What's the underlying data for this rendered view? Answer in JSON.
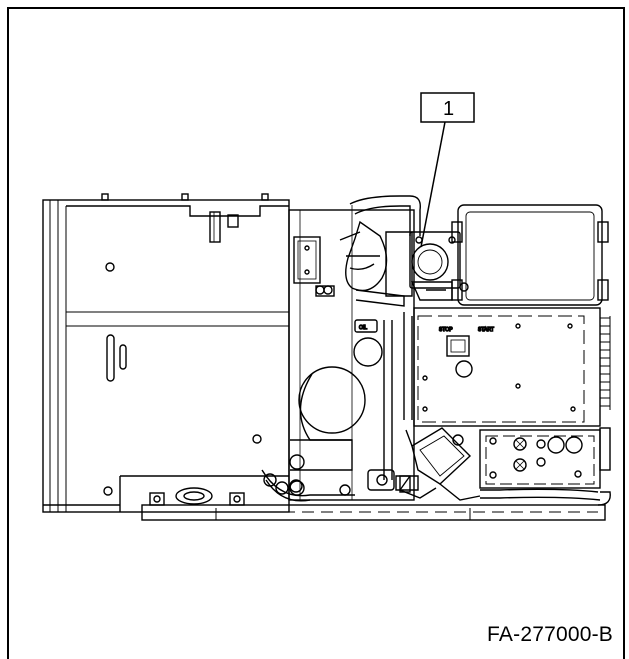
{
  "callout": {
    "number": "1"
  },
  "figure": {
    "id": "FA-277000-B"
  },
  "panel": {
    "stop_label": "STOP",
    "start_label": "START",
    "oil_label": "OIL"
  }
}
